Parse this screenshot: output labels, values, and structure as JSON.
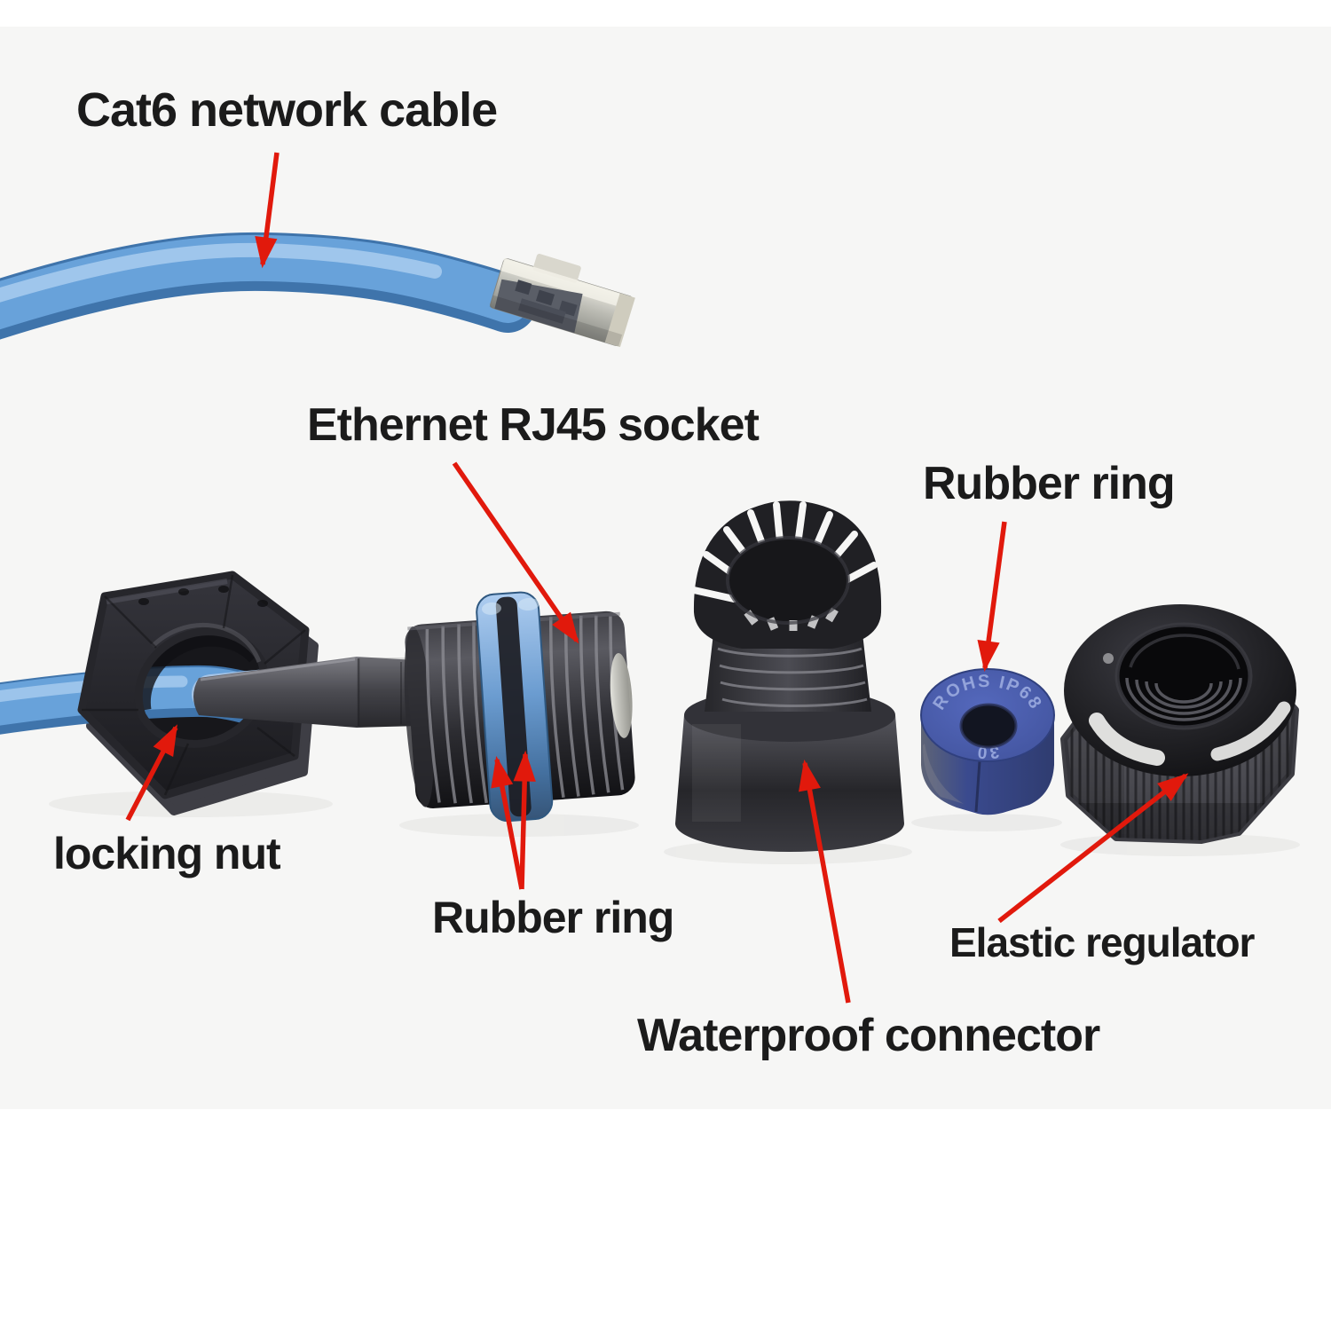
{
  "figure": {
    "type": "annotated product parts diagram",
    "subject": "Waterproof RJ45 Ethernet connector assembly kit"
  },
  "labels": {
    "cat6_cable": "Cat6 network cable",
    "rj45_socket": "Ethernet RJ45 socket",
    "rubber_ring_grommet": "Rubber ring",
    "locking_nut": "locking nut",
    "rubber_ring_orings": "Rubber ring",
    "waterproof_connector": "Waterproof connector",
    "elastic_regulator": "Elastic regulator"
  },
  "part_markings": {
    "grommet_top_arc": "ROHS IP68",
    "grommet_bottom_arc": "30"
  },
  "colors": {
    "background": "#f6f6f5",
    "label_text": "#1b1b1b",
    "arrow_red": "#e1190c",
    "cable_blue": "#68a2da",
    "cable_highlight": "#a9cdef",
    "oring_blue": "#7fa9d9",
    "grommet_blue": "#4a61b2",
    "grommet_emboss": "#93a3da",
    "part_black": "#232327",
    "metal_silver": "#d9d7cc"
  }
}
